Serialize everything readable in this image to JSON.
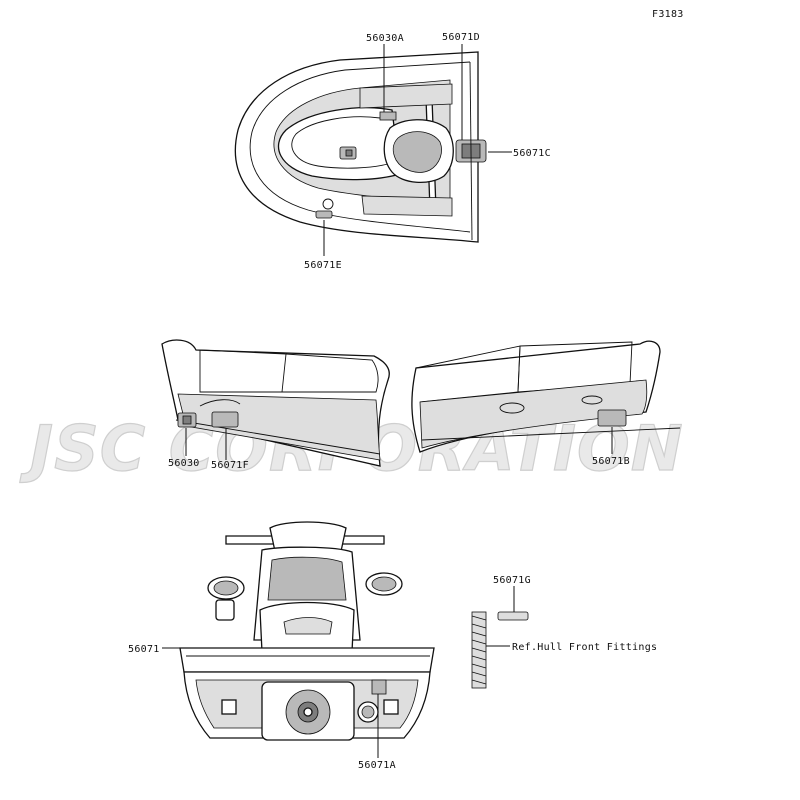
{
  "figure_code": "F3183",
  "watermark": "JSC CORPORATION",
  "parts": {
    "top_view": {
      "p56030A": "56030A",
      "p56071D": "56071D",
      "p56071C": "56071C",
      "p56071E": "56071E"
    },
    "side_view": {
      "p56030": "56030",
      "p56071F": "56071F",
      "p56071B": "56071B"
    },
    "rear_view": {
      "p56071": "56071",
      "p56071A": "56071A",
      "p56071G": "56071G"
    }
  },
  "reference_note": "Ref.Hull Front Fittings"
}
